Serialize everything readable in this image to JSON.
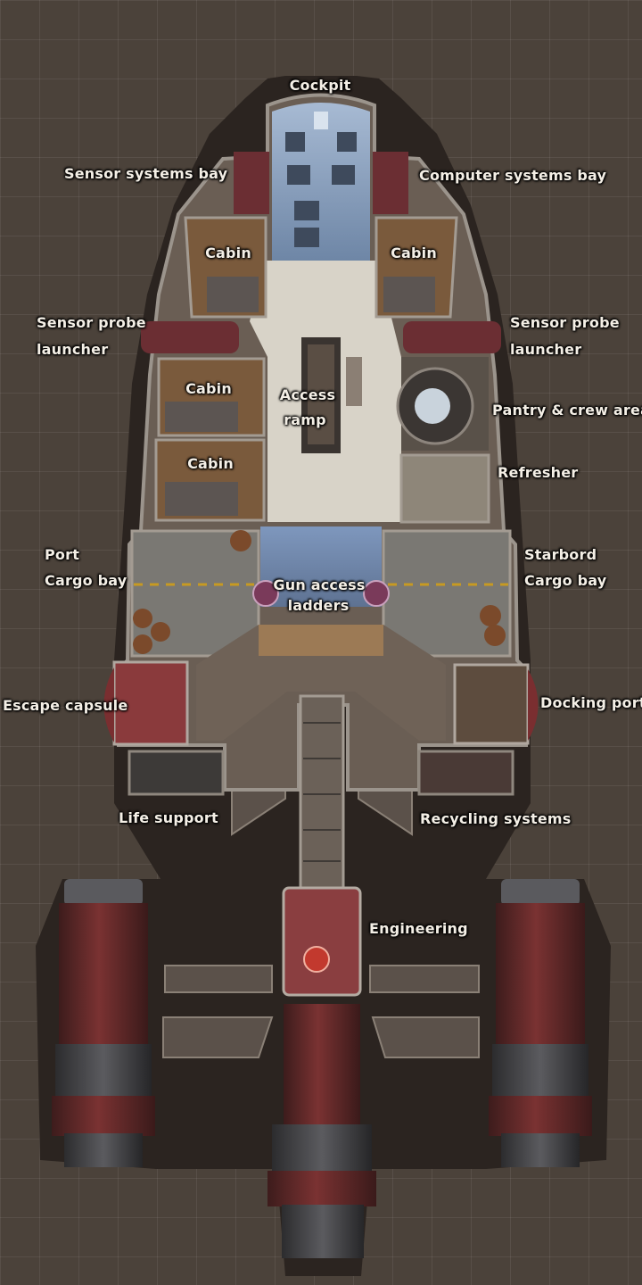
{
  "map": {
    "labels": {
      "cockpit": "Cockpit",
      "sensor_systems_bay": "Sensor systems bay",
      "computer_systems_bay": "Computer systems bay",
      "cabin_upper_left": "Cabin",
      "cabin_upper_right": "Cabin",
      "sensor_probe_left_1": "Sensor probe",
      "sensor_probe_left_2": "launcher",
      "sensor_probe_right_1": "Sensor probe",
      "sensor_probe_right_2": "launcher",
      "cabin_mid_left_1": "Cabin",
      "cabin_mid_left_2": "Cabin",
      "access_ramp_1": "Access",
      "access_ramp_2": "ramp",
      "pantry": "Pantry & crew area",
      "refresher": "Refresher",
      "port_cargo_1": "Port",
      "port_cargo_2": "Cargo bay",
      "starboard_cargo_1": "Starbord",
      "starboard_cargo_2": "Cargo bay",
      "gun_access_1": "Gun access",
      "gun_access_2": "ladders",
      "escape_capsule": "Escape capsule",
      "docking_port": "Docking port",
      "life_support": "Life support",
      "recycling": "Recycling systems",
      "engineering": "Engineering"
    },
    "colors": {
      "background": "#4b423a",
      "hull_shadow": "#2b2420",
      "deck_floor": "#d8d3c8",
      "wood_floor": "#7a5a3c",
      "engine_red": "#6a2a2a",
      "cockpit_blue": "#7f96b4"
    }
  }
}
